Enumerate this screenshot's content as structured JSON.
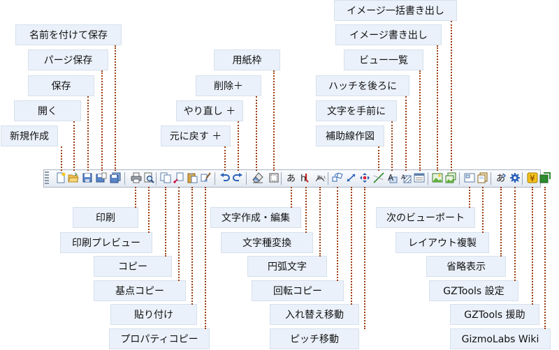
{
  "labels": {
    "shinki": "新規作成",
    "hiraku": "開く",
    "hozon": "保存",
    "page_hozon": "パージ保存",
    "namae_hozon": "名前を付けて保存",
    "moto_modosu": "元に戻す ＋",
    "yarinaoshi": "やり直し ＋",
    "sakujo": "削除＋",
    "youshiwaku": "用紙枠",
    "hojosen": "補助線作図",
    "moji_temae": "文字を手前に",
    "hatch_ushiro": "ハッチを後ろに",
    "view_ichiran": "ビュー一覧",
    "image_kakidashi": "イメージ書き出し",
    "image_ikkatsu": "イメージ一括書き出し",
    "insatsu": "印刷",
    "insatsu_preview": "印刷プレビュー",
    "copy": "コピー",
    "kiten_copy": "基点コピー",
    "haritsuke": "貼り付け",
    "property_copy": "プロパティコピー",
    "moji_sakusei": "文字作成・編集",
    "mojishu_henkan": "文字種変換",
    "enko_moji": "円弧文字",
    "kaiten_copy": "回転コピー",
    "irekae_idou": "入れ替え移動",
    "pitch_idou": "ピッチ移動",
    "tsugi_viewport": "次のビューポート",
    "layout_fukusei": "レイアウト複製",
    "shoryaku_hyouji": "省略表示",
    "gztools_settei": "GZTools 設定",
    "gztools_enjo": "GZTools 援助",
    "gizmolabs_wiki": "GizmoLabs Wiki"
  },
  "toolbar": {
    "buttons": [
      {
        "name": "new-file-button",
        "icon": "new-file-icon"
      },
      {
        "name": "open-button",
        "icon": "folder-open-icon"
      },
      {
        "name": "save-button",
        "icon": "floppy-icon"
      },
      {
        "name": "page-save-button",
        "icon": "floppy-page-icon"
      },
      {
        "name": "save-as-button",
        "icon": "floppy-multi-icon"
      },
      {
        "name": "print-button",
        "icon": "printer-icon"
      },
      {
        "name": "print-preview-button",
        "icon": "print-preview-icon"
      },
      {
        "name": "copy-button",
        "icon": "copy-icon"
      },
      {
        "name": "base-point-copy-button",
        "icon": "base-point-copy-icon"
      },
      {
        "name": "paste-button",
        "icon": "paste-icon"
      },
      {
        "name": "property-copy-button",
        "icon": "brush-icon"
      },
      {
        "name": "undo-button",
        "icon": "undo-icon"
      },
      {
        "name": "redo-button",
        "icon": "redo-icon"
      },
      {
        "name": "delete-button",
        "icon": "eraser-icon"
      },
      {
        "name": "paper-frame-button",
        "icon": "frame-icon"
      },
      {
        "name": "text-edit-button",
        "icon": "text-a-icon"
      },
      {
        "name": "text-convert-button",
        "icon": "text-convert-icon"
      },
      {
        "name": "arc-text-button",
        "icon": "arc-text-icon"
      },
      {
        "name": "rotate-copy-button",
        "icon": "rotate-copy-icon"
      },
      {
        "name": "swap-move-button",
        "icon": "swap-icon"
      },
      {
        "name": "pitch-move-button",
        "icon": "move-arrows-icon"
      },
      {
        "name": "auxiliary-line-button",
        "icon": "auxiliary-line-icon"
      },
      {
        "name": "text-front-button",
        "icon": "text-front-icon"
      },
      {
        "name": "hatch-back-button",
        "icon": "hatch-back-icon"
      },
      {
        "name": "view-list-button",
        "icon": "view-list-icon"
      },
      {
        "name": "image-export-button",
        "icon": "image-export-icon"
      },
      {
        "name": "image-batch-export-button",
        "icon": "image-batch-icon"
      },
      {
        "name": "next-viewport-button",
        "icon": "viewport-icon"
      },
      {
        "name": "layout-duplicate-button",
        "icon": "layout-duplicate-icon"
      },
      {
        "name": "abbreviated-display-button",
        "icon": "abbreviated-icon"
      },
      {
        "name": "gztools-settings-button",
        "icon": "gear-icon"
      },
      {
        "name": "gztools-help-button",
        "icon": "yen-icon"
      },
      {
        "name": "gizmolabs-wiki-button",
        "icon": "wiki-icon"
      }
    ]
  }
}
